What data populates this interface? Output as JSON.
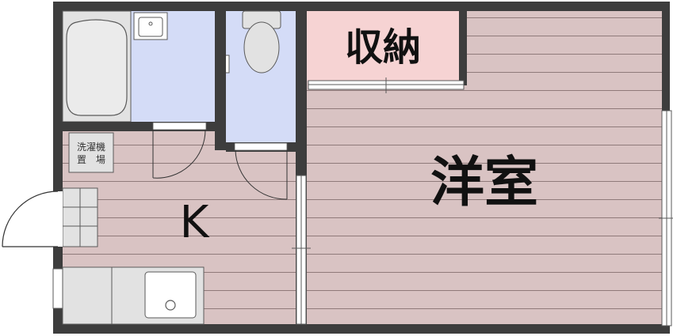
{
  "rooms": {
    "western_room": {
      "label": "洋室"
    },
    "storage": {
      "label": "収納"
    },
    "kitchen": {
      "label": "K"
    },
    "washer_space": {
      "line1": "洗濯機",
      "line2": "置　場"
    }
  },
  "colors": {
    "wall": "#3d3d3d",
    "flooring": "#d9c3c3",
    "flooring_line": "#8f7a7a",
    "wet_area": "#d4dcf7",
    "storage_fill": "#f6d3d3",
    "fixture_fill": "#e2e2e2",
    "fixture_stroke": "#5a5a5a",
    "background": "#ffffff"
  }
}
